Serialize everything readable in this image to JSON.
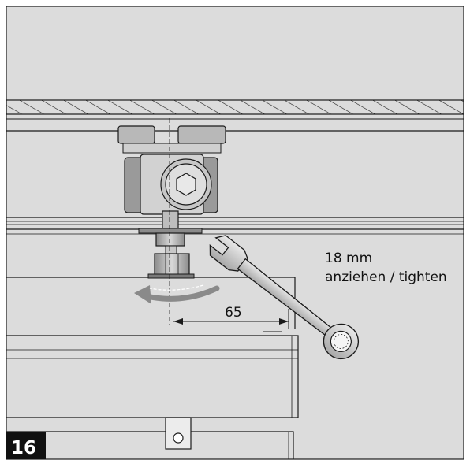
{
  "figure": {
    "step_number": "16",
    "wrench_label_line1": "18 mm",
    "wrench_label_line2": "anziehen / tighten",
    "dimension_label": "65"
  },
  "colors": {
    "background": "#dcdcdc",
    "metal_light": "#c8c8c8",
    "metal_mid": "#a9a9a9",
    "metal_dark": "#7a7a7a",
    "line": "#1a1a1a",
    "arrow": "#8a8a8a",
    "step_box": "#111111"
  }
}
